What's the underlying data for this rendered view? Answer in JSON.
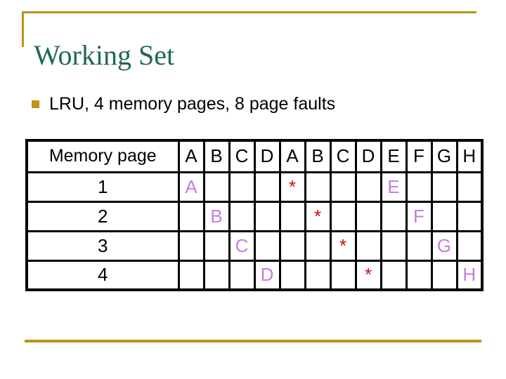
{
  "slide": {
    "title": "Working Set",
    "bullet_text": "LRU, 4 memory pages, 8 page faults"
  },
  "colors": {
    "accent_gold": "#BD9413",
    "title_green": "#20694F",
    "fault_letter_purple": "#C77DDE",
    "hit_star_red": "#CC0F0F",
    "table_border": "#000000",
    "body_text": "#000000"
  },
  "table": {
    "header": {
      "label": "Memory page",
      "reference_string": [
        "A",
        "B",
        "C",
        "D",
        "A",
        "B",
        "C",
        "D",
        "E",
        "F",
        "G",
        "H"
      ]
    },
    "rows": [
      {
        "label": "1",
        "cells": [
          "A",
          "",
          "",
          "",
          "*",
          "",
          "",
          "",
          "E",
          "",
          "",
          ""
        ]
      },
      {
        "label": "2",
        "cells": [
          "",
          "B",
          "",
          "",
          "",
          "*",
          "",
          "",
          "",
          "F",
          "",
          ""
        ]
      },
      {
        "label": "3",
        "cells": [
          "",
          "",
          "C",
          "",
          "",
          "",
          "*",
          "",
          "",
          "",
          "G",
          ""
        ]
      },
      {
        "label": "4",
        "cells": [
          "",
          "",
          "",
          "D",
          "",
          "",
          "",
          "*",
          "",
          "",
          "",
          "H"
        ]
      }
    ]
  }
}
